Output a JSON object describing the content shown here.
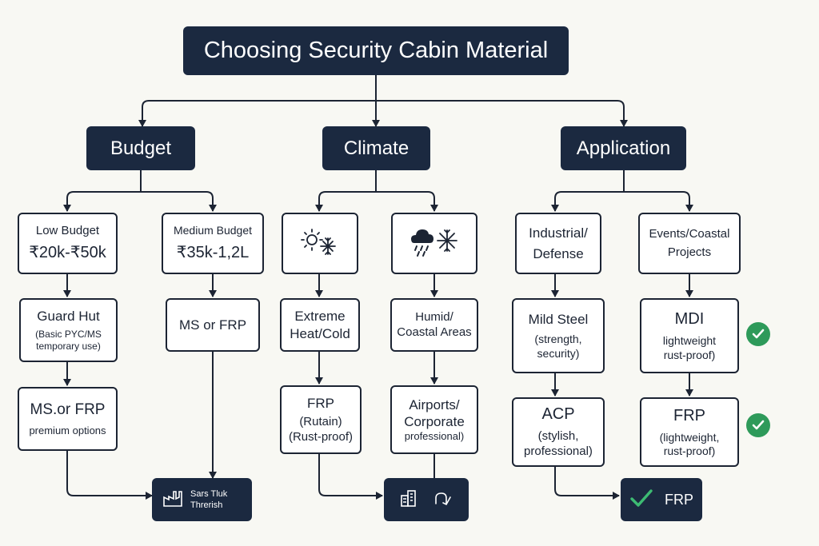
{
  "title": "Choosing Security Cabin Material",
  "categories": {
    "budget": "Budget",
    "climate": "Climate",
    "application": "Application"
  },
  "budget": {
    "low": {
      "line1": "Low Budget",
      "line2": "₹20k-₹50k"
    },
    "medium": {
      "line1": "Medium Budget",
      "line2": "₹35k-1,2L"
    },
    "guard_hut": {
      "title": "Guard Hut",
      "detail1": "(Basic PYC/MS",
      "detail2": "temporary use)"
    },
    "ms_frp_premium": {
      "title": "MS.or FRP",
      "detail": "premium options"
    },
    "ms_frp": {
      "title": "MS or FRP"
    },
    "outcome": {
      "line1": "Sars Tluk",
      "line2": "Threrish"
    }
  },
  "climate": {
    "heat_cold_icon": "sun-snowflake-icon",
    "humid_icon": "cloud-rain-snowflake-icon",
    "extreme": {
      "line1": "Extreme",
      "line2": "Heat/Cold"
    },
    "humid": {
      "line1": "Humid/",
      "line2": "Coastal Areas"
    },
    "frp": {
      "title": "FRP",
      "detail1": "(Rutain)",
      "detail2": "(Rust-proof)"
    },
    "airports": {
      "line1": "Airports/",
      "line2": "Corporate",
      "detail": "professional)"
    }
  },
  "application": {
    "industrial": {
      "line1": "Industrial/",
      "line2": "Defense"
    },
    "events": {
      "line1": "Events/Coastal",
      "line2": "Projects"
    },
    "mild_steel": {
      "title": "Mild Steel",
      "detail1": "(strength,",
      "detail2": "security)"
    },
    "mdi": {
      "title": "MDI",
      "detail1": "lightweight",
      "detail2": "rust-proof)"
    },
    "acp": {
      "title": "ACP",
      "detail1": "(stylish,",
      "detail2": "professional)"
    },
    "frp": {
      "title": "FRP",
      "detail1": "(lightweight,",
      "detail2": "rust-proof)"
    },
    "outcome": "FRP"
  },
  "colors": {
    "dark": "#1b2940",
    "check": "#2e9a5a",
    "line": "#1c2433"
  }
}
